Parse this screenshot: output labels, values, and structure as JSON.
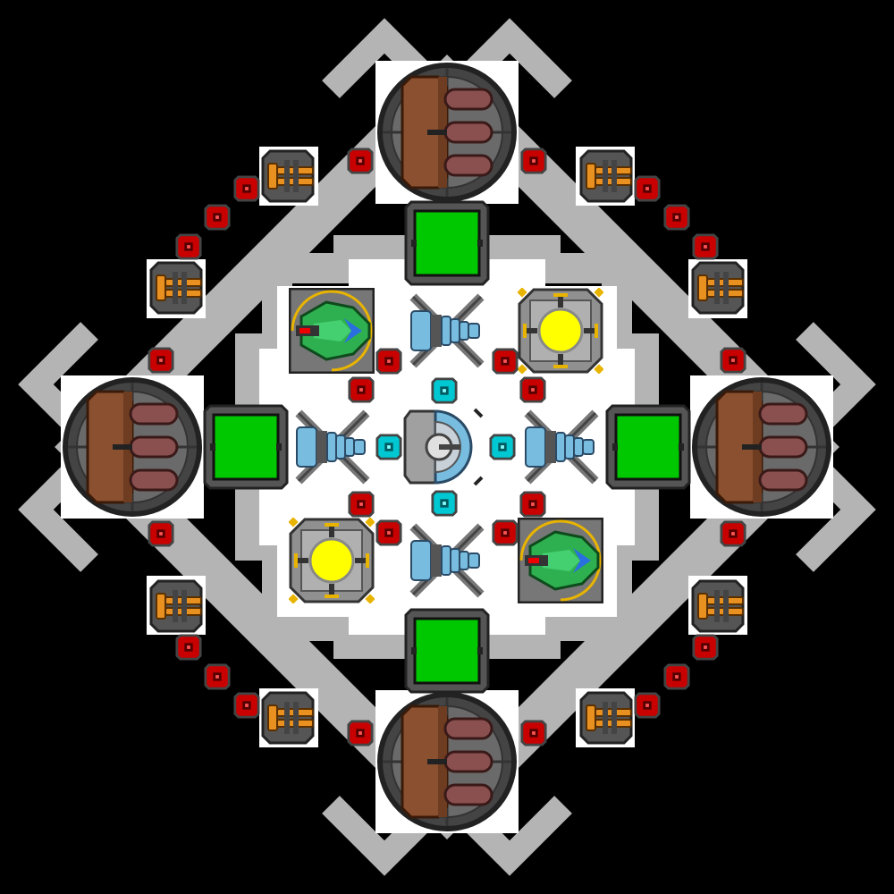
{
  "scene": {
    "description_hidden": "",
    "background_color": "#000000",
    "hull_color": "#b4b4b4",
    "deck_color": "#ffffff",
    "component_types": [
      "command-core",
      "heavy-cannon-turret",
      "power-cell",
      "reactor-core",
      "shield-emitter",
      "thruster",
      "light-gun",
      "armor-node",
      "cyan-connector"
    ]
  },
  "colors": {
    "power": "#00c800",
    "reactor": "#ffff00",
    "reactor_ring": "#e8b400",
    "connector": "#00c8d2",
    "armor": "#c80000",
    "turret_body": "#8a5030",
    "barrel": "#8a5050",
    "thruster": "#78bde0",
    "shield": "#2fb050",
    "gun": "#e89020"
  }
}
